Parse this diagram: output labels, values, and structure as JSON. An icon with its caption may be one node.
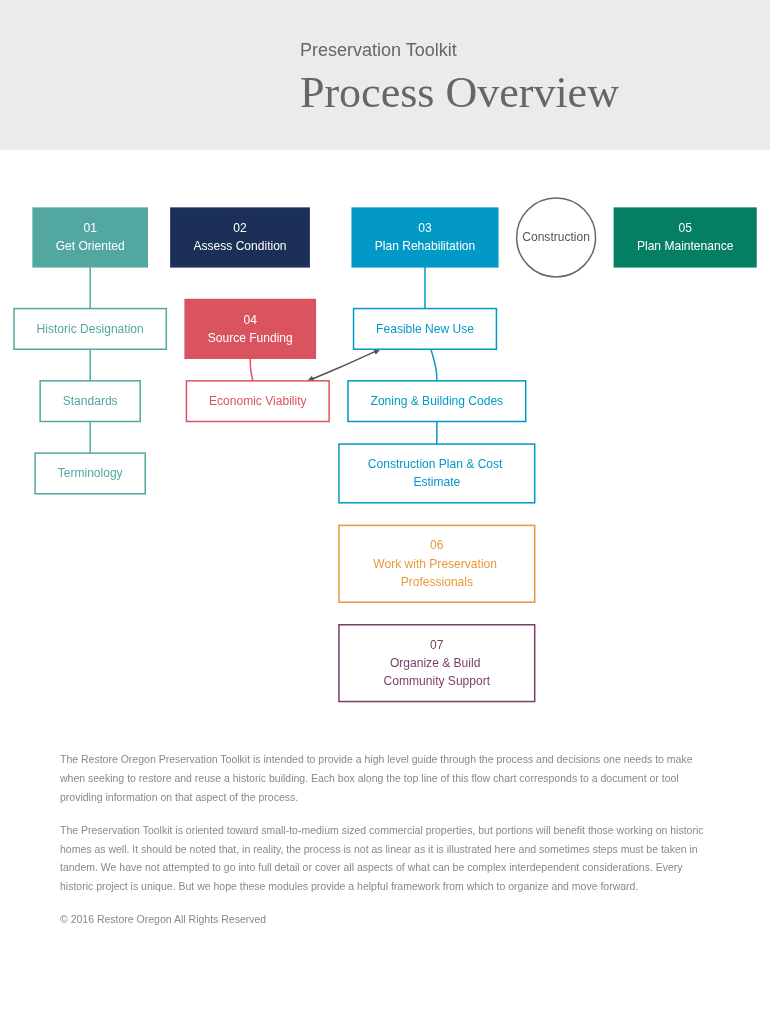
{
  "diagram": {
    "title": "Process Overview",
    "nodes": [
      {
        "text": [
          "01",
          "Get Oriented"
        ]
      },
      {
        "text": [
          "02",
          "Assess Condition"
        ]
      },
      {
        "text": [
          "03",
          "Plan Rehabilitation"
        ]
      },
      {
        "text": [
          "04",
          "Source Funding"
        ]
      },
      {
        "text": [
          "Construction"
        ]
      },
      {
        "text": [
          "05",
          "Plan Maintenance"
        ]
      },
      {
        "text": [
          "Historic Designation"
        ]
      },
      {
        "text": [
          "Standards"
        ]
      },
      {
        "text": [
          "Terminology"
        ]
      },
      {
        "text": [
          "Feasible New Use"
        ]
      },
      {
        "text": [
          "Economic Viability"
        ]
      },
      {
        "text": [
          "Zoning & Building Codes"
        ]
      },
      {
        "text": [
          "Construction Plan & Cost Estimate"
        ]
      },
      {
        "text": [
          "06",
          "Work with Preservation Professionals"
        ]
      },
      {
        "text": [
          "07",
          "Organize & Build Community Support"
        ]
      }
    ],
    "edges": [
      {
        "from": 0,
        "to": 6,
        "arrow": "none",
        "color": "#52a8a0"
      },
      {
        "from": 6,
        "to": 7,
        "arrow": "none",
        "color": "#52a8a0"
      },
      {
        "from": 7,
        "to": 8,
        "arrow": "none",
        "color": "#52a8a0"
      },
      {
        "from": 2,
        "to": 9,
        "arrow": "none",
        "color": "#0399c6"
      },
      {
        "from": 9,
        "to": 11,
        "arrow": "none",
        "color": "#0399c6"
      },
      {
        "from": 11,
        "to": 12,
        "arrow": "none",
        "color": "#0399c6"
      },
      {
        "from": 3,
        "to": 10,
        "arrow": "none",
        "color": "#d9545f"
      },
      {
        "from": 9,
        "to": 10,
        "arrow": "both",
        "color": "#555555"
      }
    ],
    "labels": [
      "Preservation Toolkit",
      "The Restore Oregon Preservation Toolkit is intended to provide a high level guide through the process and decisions one needs to make when seeking to restore and reuse a historic building. Each box along the top line of this flow chart corresponds to a document or tool providing information on that aspect of the process.",
      "The Preservation Toolkit is oriented toward small-to-medium sized commercial properties, but portions will benefit those working on historic homes as well. It should be noted that, in reality, the process is not as linear as it is illustrated here and sometimes steps must be taken in tandem. We have not attempted to go into full detail or cover all aspects of what can be complex interdependent considerations. Every historic project is unique. But we hope these modules provide a helpful framework from which to organize and move forward.",
      "© 2016 Restore Oregon All Rights Reserved"
    ]
  }
}
